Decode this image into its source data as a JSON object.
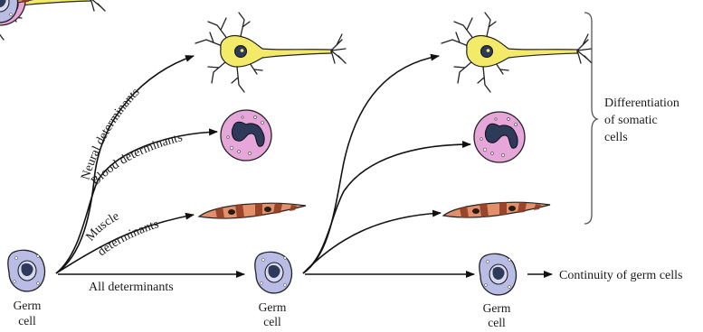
{
  "labels": {
    "neural": "Neural determinants",
    "blood": "Blood determinants",
    "muscle_line1": "Muscle",
    "muscle_line2": "determinants",
    "all": "All determinants",
    "germ_word": "Germ",
    "cell_word": "cell",
    "differentiation_line1": "Differentiation",
    "differentiation_line2": "of somatic",
    "differentiation_line3": "cells",
    "continuity": "Continuity of germ cells"
  },
  "colors": {
    "neuron_fill": "#f3ea6a",
    "blood_cell_fill": "#e7a6da",
    "nucleus_fill": "#2d3a5a",
    "muscle_fill": "#e3906a",
    "muscle_band": "#8a3a22",
    "germ_fill": "#b9bde6"
  }
}
